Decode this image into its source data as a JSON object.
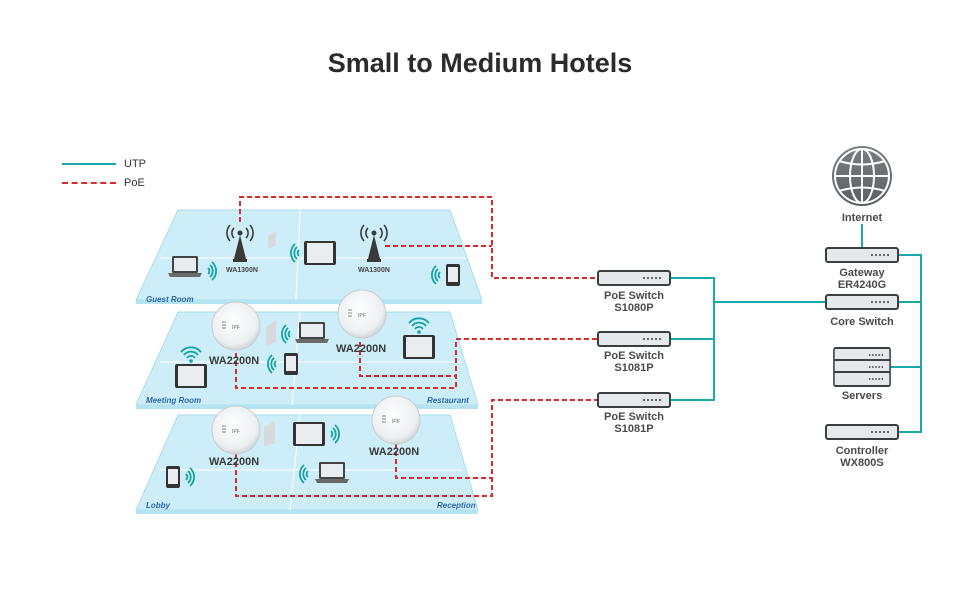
{
  "title": "Small to Medium Hotels",
  "legend": [
    {
      "label": "UTP",
      "color": "#1aa8a8",
      "style": "solid"
    },
    {
      "label": "PoE",
      "color": "#d92b2b",
      "style": "dashed"
    }
  ],
  "colors": {
    "floor_fill": "#cdeef8",
    "floor_edge": "#a9dcec",
    "utp": "#1aa8a8",
    "poe": "#d92b2b",
    "device": "#dfe3e6"
  },
  "floors": {
    "top": {
      "left_room": "Guest Room",
      "access_points": [
        "WA1300N",
        "WA1300N"
      ]
    },
    "middle": {
      "left_room": "Meeting Room",
      "right_room": "Restaurant",
      "access_points": [
        "WA2200N",
        "WA2200N"
      ]
    },
    "bottom": {
      "left_room": "Lobby",
      "right_room": "Reception",
      "access_points": [
        "WA2200N",
        "WA2200N"
      ]
    }
  },
  "switches": [
    {
      "line1": "PoE Switch",
      "line2": "S1080P"
    },
    {
      "line1": "PoE Switch",
      "line2": "S1081P"
    },
    {
      "line1": "PoE Switch",
      "line2": "S1081P"
    }
  ],
  "core": {
    "internet": "Internet",
    "gateway": {
      "line1": "Gateway",
      "line2": "ER4240G"
    },
    "core_switch": "Core Switch",
    "servers": "Servers",
    "controller": {
      "line1": "Controller",
      "line2": "WX800S"
    }
  },
  "icons": [
    "globe-icon",
    "router-icon",
    "switch-icon",
    "server-icon",
    "antenna-icon",
    "ceiling-ap-icon",
    "laptop-icon",
    "tablet-icon",
    "phone-icon",
    "wifi-icon"
  ]
}
